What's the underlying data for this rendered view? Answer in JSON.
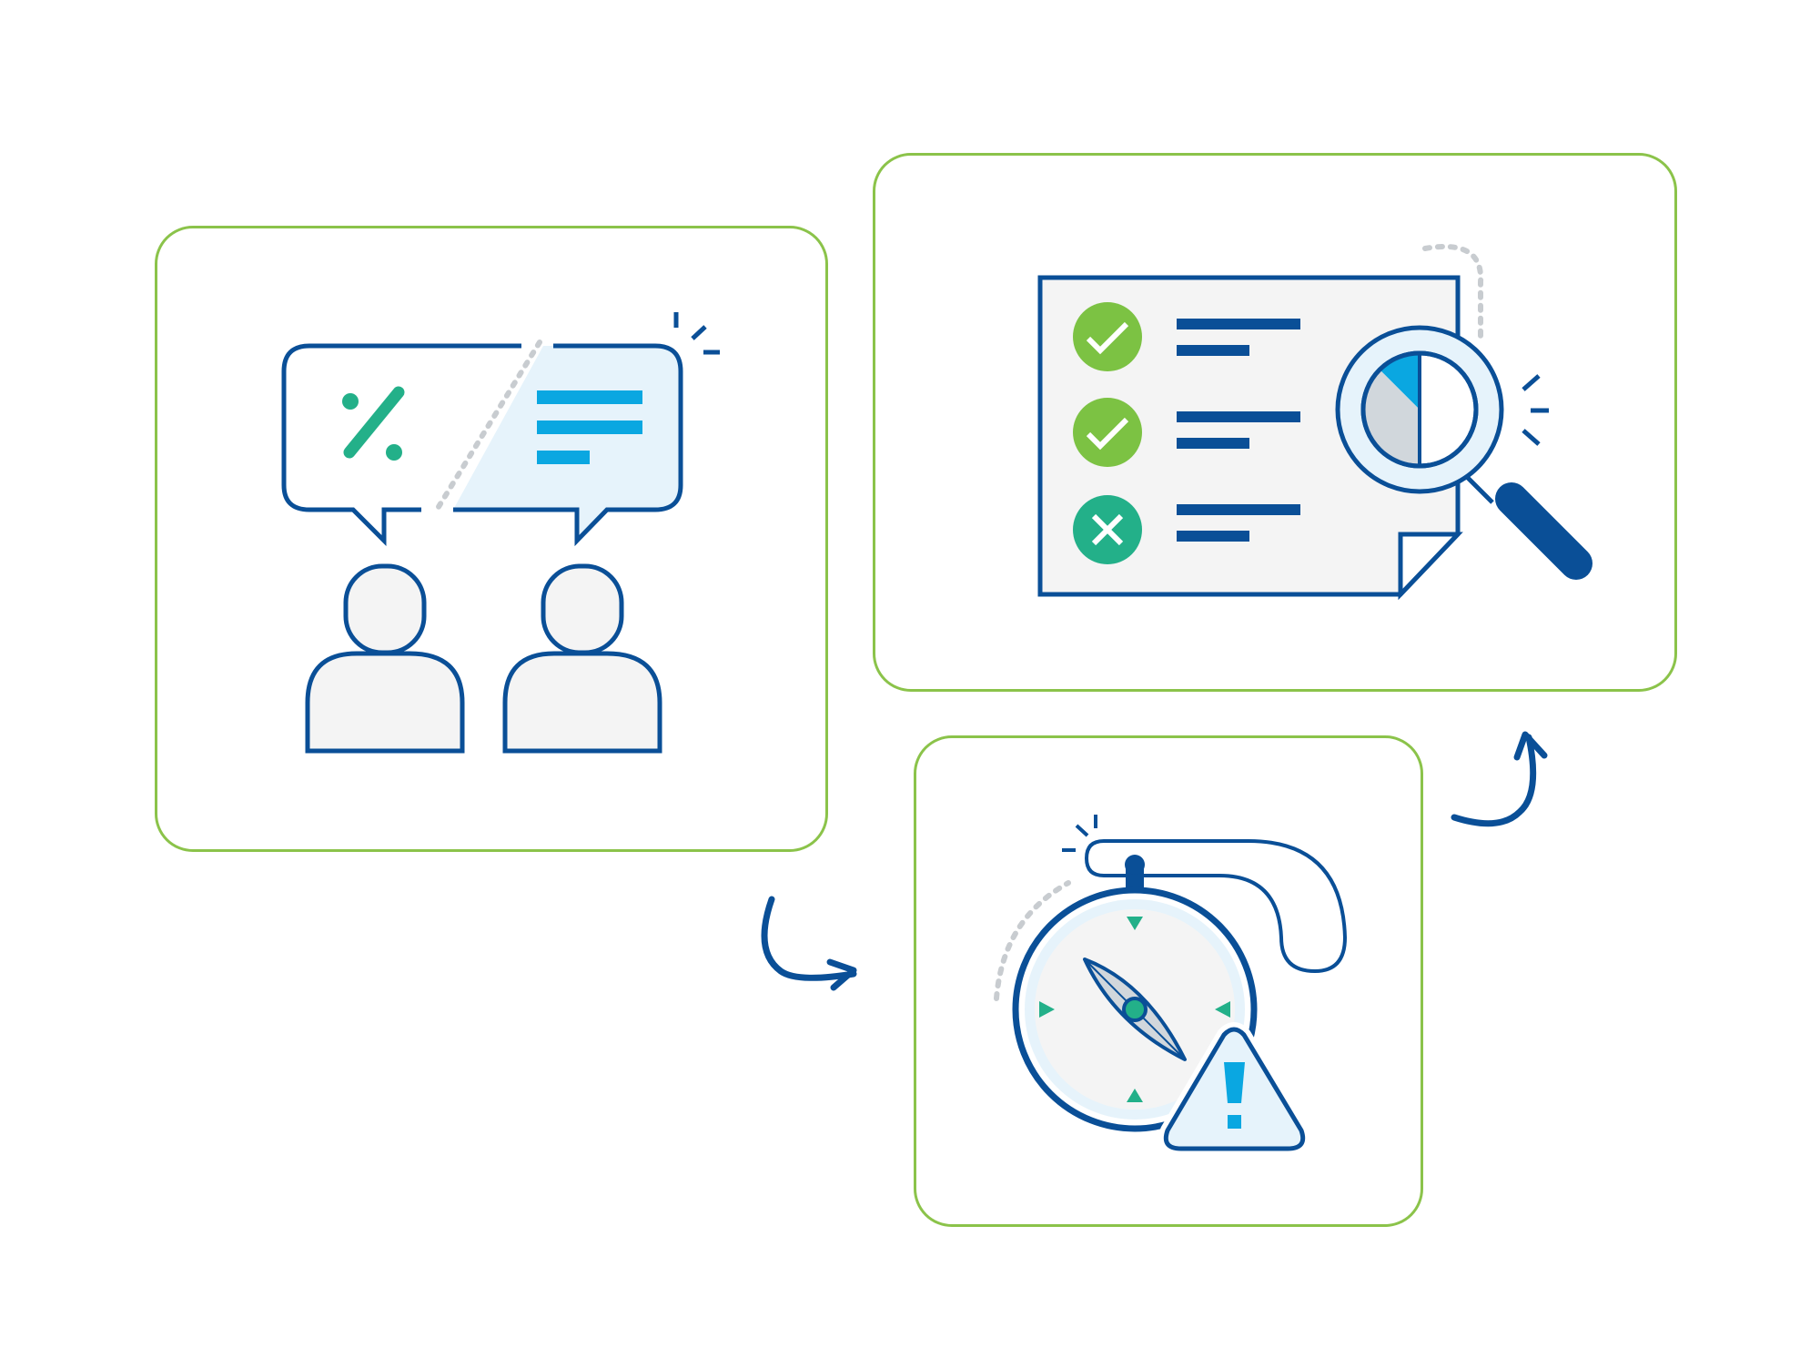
{
  "palette": {
    "navy": "#0a4f97",
    "sky": "#0aa7e1",
    "green": "#7cc243",
    "teal": "#23b089",
    "panel_border": "#8bc34a",
    "fill_light": "#f4f4f4",
    "fill_bubble": "#e6f3fb",
    "fill_gray": "#d1d7dc",
    "dots": "#c8ccd0"
  },
  "panels": [
    {
      "id": "discussion",
      "icons": [
        "speech-bubble-percent-icon",
        "speech-bubble-text-icon",
        "person-icon",
        "person-icon"
      ]
    },
    {
      "id": "checklist",
      "icons": [
        "document-icon",
        "check-circle-icon",
        "check-circle-icon",
        "x-circle-icon",
        "magnifier-pie-chart-icon"
      ]
    },
    {
      "id": "compass",
      "icons": [
        "compass-stopwatch-icon",
        "warning-triangle-icon"
      ]
    }
  ],
  "flow": [
    "discussion",
    "compass",
    "checklist"
  ],
  "arrows": [
    "curved-arrow-down-right-icon",
    "curved-arrow-up-right-icon"
  ],
  "checklist_items": [
    {
      "status": "pass",
      "icon": "check-circle-icon"
    },
    {
      "status": "pass",
      "icon": "check-circle-icon"
    },
    {
      "status": "fail",
      "icon": "x-circle-icon"
    }
  ]
}
